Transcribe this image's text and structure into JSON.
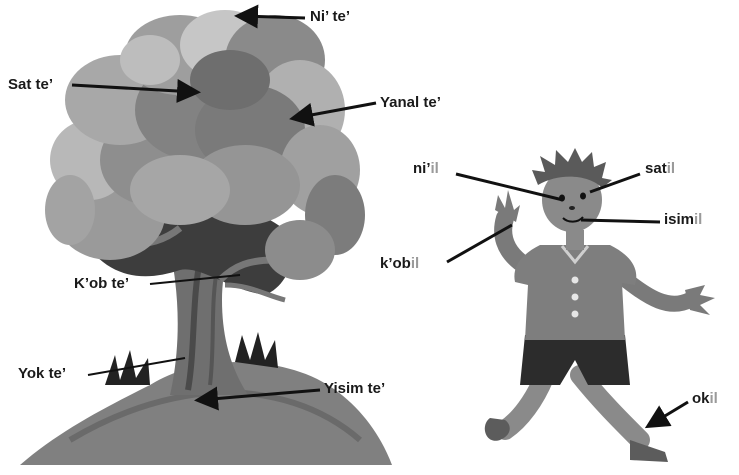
{
  "tree_labels": {
    "top": "Ni’ te’",
    "branch_left": "Sat te’",
    "branch_right": "Yanal te’",
    "trunk_middle": "K’ob te’",
    "trunk_base": "Yok te’",
    "ground": "Yisim te’"
  },
  "boy_labels": {
    "nose": {
      "stem": "ni’",
      "suffix": "il"
    },
    "eye": {
      "stem_a": "sa",
      "stem_b": "t",
      "suffix": "il"
    },
    "mustache": {
      "stem": "isim",
      "suffix": "il"
    },
    "hand": {
      "stem": "k’ob",
      "suffix": "il"
    },
    "foot": {
      "stem": "ok",
      "suffix": "il"
    }
  },
  "colors": {
    "text": "#1a1a1a",
    "suffix": "#9a9a9a"
  }
}
